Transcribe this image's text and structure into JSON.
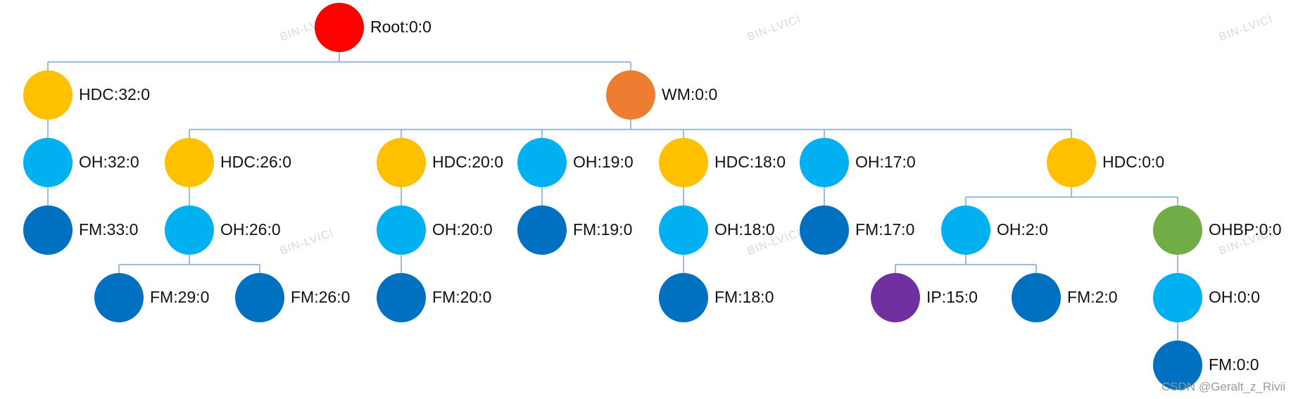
{
  "colors": {
    "root": "#ff0000",
    "wm": "#ed7d31",
    "hdc": "#ffc000",
    "oh": "#00b0f0",
    "fm": "#0070c0",
    "ip": "#7030a0",
    "ohbp": "#70ad47",
    "edge": "#7ea6d8"
  },
  "tree": {
    "nodes": {
      "root": {
        "label": "Root:0:0",
        "kind": "root"
      },
      "hdc32": {
        "label": "HDC:32:0",
        "kind": "hdc"
      },
      "oh32": {
        "label": "OH:32:0",
        "kind": "oh"
      },
      "fm33": {
        "label": "FM:33:0",
        "kind": "fm"
      },
      "wm": {
        "label": "WM:0:0",
        "kind": "wm"
      },
      "hdc26": {
        "label": "HDC:26:0",
        "kind": "hdc"
      },
      "oh26": {
        "label": "OH:26:0",
        "kind": "oh"
      },
      "fm29": {
        "label": "FM:29:0",
        "kind": "fm"
      },
      "fm26": {
        "label": "FM:26:0",
        "kind": "fm"
      },
      "hdc20": {
        "label": "HDC:20:0",
        "kind": "hdc"
      },
      "oh20": {
        "label": "OH:20:0",
        "kind": "oh"
      },
      "fm20": {
        "label": "FM:20:0",
        "kind": "fm"
      },
      "oh19": {
        "label": "OH:19:0",
        "kind": "oh"
      },
      "fm19": {
        "label": "FM:19:0",
        "kind": "fm"
      },
      "hdc18": {
        "label": "HDC:18:0",
        "kind": "hdc"
      },
      "oh18": {
        "label": "OH:18:0",
        "kind": "oh"
      },
      "fm18": {
        "label": "FM:18:0",
        "kind": "fm"
      },
      "oh17": {
        "label": "OH:17:0",
        "kind": "oh"
      },
      "fm17": {
        "label": "FM:17:0",
        "kind": "fm"
      },
      "hdc0": {
        "label": "HDC:0:0",
        "kind": "hdc"
      },
      "oh2": {
        "label": "OH:2:0",
        "kind": "oh"
      },
      "ip15": {
        "label": "IP:15:0",
        "kind": "ip"
      },
      "fm2": {
        "label": "FM:2:0",
        "kind": "fm"
      },
      "ohbp": {
        "label": "OHBP:0:0",
        "kind": "ohbp"
      },
      "oh0": {
        "label": "OH:0:0",
        "kind": "oh"
      },
      "fm0": {
        "label": "FM:0:0",
        "kind": "fm"
      }
    },
    "edges": [
      {
        "parent": "root",
        "children": [
          "hdc32",
          "wm"
        ]
      },
      {
        "parent": "hdc32",
        "children": [
          "oh32"
        ]
      },
      {
        "parent": "oh32",
        "children": [
          "fm33"
        ]
      },
      {
        "parent": "wm",
        "children": [
          "hdc26",
          "hdc20",
          "oh19",
          "hdc18",
          "oh17",
          "hdc0"
        ]
      },
      {
        "parent": "hdc26",
        "children": [
          "oh26"
        ]
      },
      {
        "parent": "oh26",
        "children": [
          "fm29",
          "fm26"
        ]
      },
      {
        "parent": "hdc20",
        "children": [
          "oh20"
        ]
      },
      {
        "parent": "oh20",
        "children": [
          "fm20"
        ]
      },
      {
        "parent": "oh19",
        "children": [
          "fm19"
        ]
      },
      {
        "parent": "hdc18",
        "children": [
          "oh18"
        ]
      },
      {
        "parent": "oh18",
        "children": [
          "fm18"
        ]
      },
      {
        "parent": "oh17",
        "children": [
          "fm17"
        ]
      },
      {
        "parent": "hdc0",
        "children": [
          "oh2",
          "ohbp"
        ]
      },
      {
        "parent": "oh2",
        "children": [
          "ip15",
          "fm2"
        ]
      },
      {
        "parent": "ohbp",
        "children": [
          "oh0"
        ]
      },
      {
        "parent": "oh0",
        "children": [
          "fm0"
        ]
      }
    ]
  },
  "watermark": "BIN-LVICI",
  "credit": "CSDN @Geralt_z_Rivii"
}
